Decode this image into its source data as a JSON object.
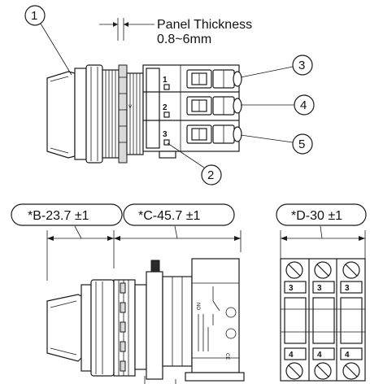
{
  "panel_thickness": {
    "title": "Panel Thickness",
    "range": "0.8~6mm"
  },
  "callouts": [
    "1",
    "2",
    "3",
    "4",
    "5"
  ],
  "terminal_numbers": [
    "1",
    "2",
    "3"
  ],
  "dimensions": {
    "b": "*B-23.7 ±1",
    "c": "*C-45.7 ±1",
    "d": "*D-30 ±1"
  },
  "block_labels": {
    "top_row": [
      "3",
      "3",
      "3"
    ],
    "bottom_row": [
      "4",
      "4",
      "4"
    ],
    "nc": "NO"
  },
  "side_markings": {
    "no": "NO",
    "ce": "CE"
  }
}
